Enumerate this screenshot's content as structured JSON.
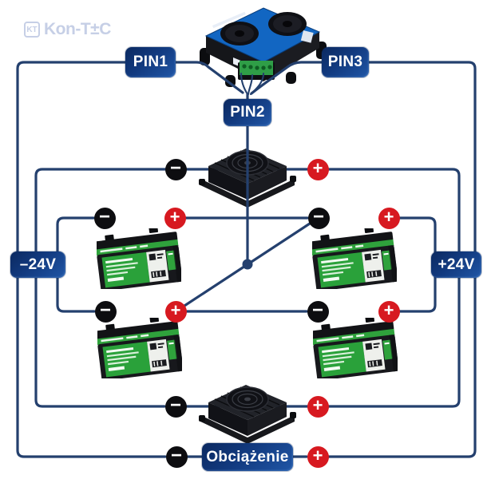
{
  "logo": {
    "badge": "KT",
    "part1": "Kon-T",
    "part2": "±",
    "part3": "C"
  },
  "pins": {
    "pin1": "PIN1",
    "pin2": "PIN2",
    "pin3": "PIN3"
  },
  "rails": {
    "negative": "–24V",
    "positive": "+24V"
  },
  "load_label": "Obciążenie",
  "terminals": {
    "minus": "−",
    "plus": "+"
  },
  "colors": {
    "wire": "#24406e",
    "label_gradient_dark": "#0b2960",
    "label_gradient_light": "#2056a6",
    "minus_terminal": "#0d0d10",
    "plus_terminal": "#d71920",
    "logo": "#c6cfe6",
    "balancer_top": "#1266c2",
    "battery_green": "#2fa23c"
  },
  "devices": {
    "balancer": "balancer-module",
    "top_charger": "battery-charger",
    "bottom_charger": "battery-charger",
    "batteries": [
      "battery",
      "battery",
      "battery",
      "battery"
    ]
  }
}
